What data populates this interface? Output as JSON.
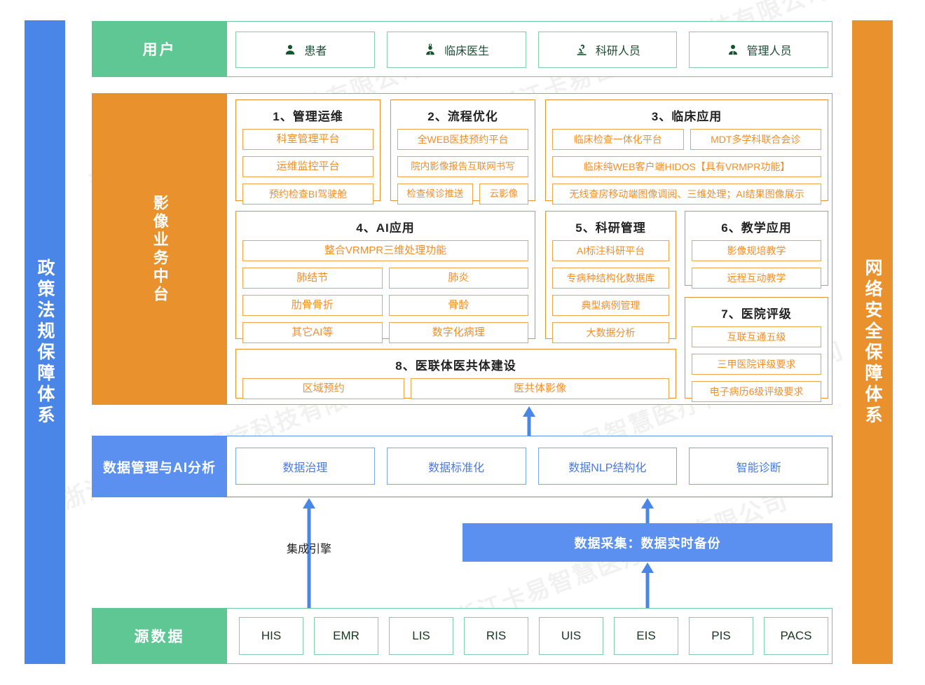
{
  "watermark": "浙江卡易智慧医疗科技有限公司",
  "pillars": {
    "left": "政策法规保障体系",
    "right": "网络安全保障体系"
  },
  "colors": {
    "green": "#5fc794",
    "orange": "#e8912d",
    "blue": "#5b8ff0",
    "pillar_blue": "#4a86e8",
    "cell_orange_text": "#ef8f2c",
    "cell_blue_text": "#4a7ae0"
  },
  "user_row": {
    "label": "用户",
    "items": [
      {
        "label": "患者",
        "icon": "user-icon"
      },
      {
        "label": "临床医生",
        "icon": "doctor-icon"
      },
      {
        "label": "科研人员",
        "icon": "microscope-icon"
      },
      {
        "label": "管理人员",
        "icon": "manager-icon"
      }
    ]
  },
  "platform": {
    "label": "影像业务中台",
    "groups": [
      {
        "title": "1、管理运维",
        "rows": [
          [
            "科室管理平台"
          ],
          [
            "运维监控平台"
          ],
          [
            "预约检查BI驾驶舱"
          ]
        ]
      },
      {
        "title": "2、流程优化",
        "rows": [
          [
            "全WEB医技预约平台"
          ],
          [
            "院内影像报告互联网书写"
          ],
          [
            "检查候诊推送",
            "云影像"
          ]
        ]
      },
      {
        "title": "3、临床应用",
        "rows": [
          [
            "临床检查一体化平台",
            "MDT多学科联合会诊"
          ],
          [
            "临床纯WEB客户端HIDOS【具有VRMPR功能】"
          ],
          [
            "无线查房移动端图像调阅、三维处理；AI结果图像展示"
          ]
        ]
      },
      {
        "title": "4、AI应用",
        "rows": [
          [
            "整合VRMPR三维处理功能"
          ],
          [
            "肺结节",
            "肺炎"
          ],
          [
            "肋骨骨折",
            "骨龄"
          ],
          [
            "其它AI等",
            "数字化病理"
          ]
        ]
      },
      {
        "title": "5、科研管理",
        "rows": [
          [
            "AI标注科研平台"
          ],
          [
            "专病种结构化数据库"
          ],
          [
            "典型病例管理"
          ],
          [
            "大数据分析"
          ]
        ]
      },
      {
        "title": "6、教学应用",
        "rows": [
          [
            "影像规培教学"
          ],
          [
            "远程互动教学"
          ]
        ]
      },
      {
        "title": "7、医院评级",
        "rows": [
          [
            "互联互通五级"
          ],
          [
            "三甲医院评级要求"
          ],
          [
            "电子病历6级评级要求"
          ]
        ]
      },
      {
        "title": "8、医联体医共体建设",
        "rows": [
          [
            "区域预约",
            "医共体影像"
          ]
        ]
      }
    ]
  },
  "data_management": {
    "label": "数据管理与AI分析",
    "items": [
      "数据治理",
      "数据标准化",
      "数据NLP结构化",
      "智能诊断"
    ]
  },
  "middle": {
    "engine_label": "集成引擎",
    "collect_label": "数据采集：数据实时备份"
  },
  "source_row": {
    "label": "源数据",
    "items": [
      "HIS",
      "EMR",
      "LIS",
      "RIS",
      "UIS",
      "EIS",
      "PIS",
      "PACS"
    ]
  }
}
